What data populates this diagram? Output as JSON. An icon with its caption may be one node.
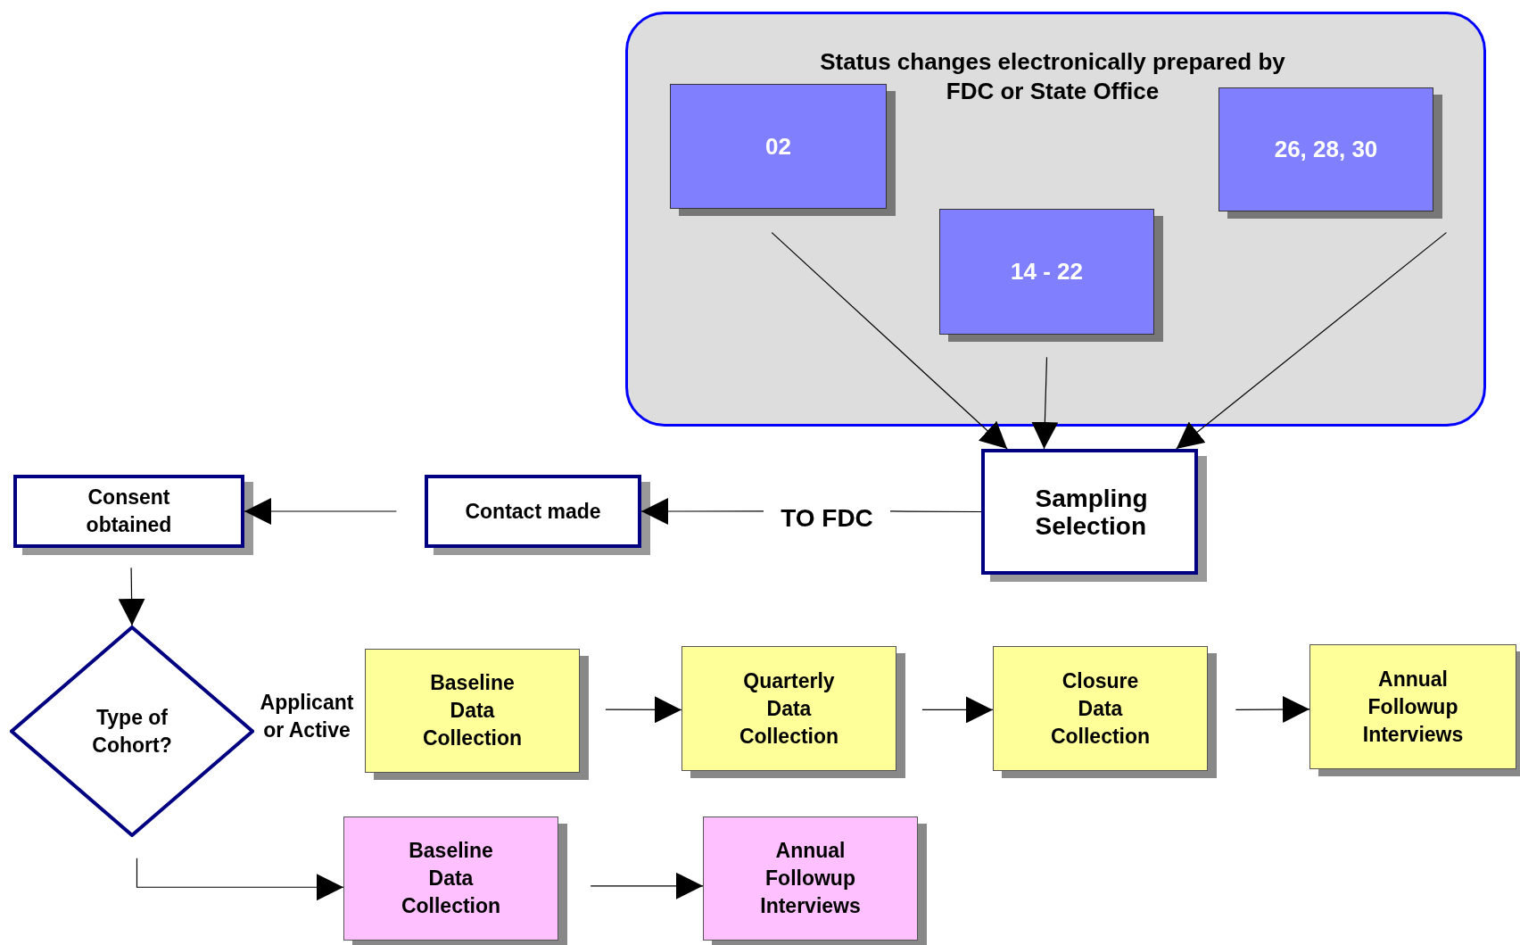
{
  "diagram": {
    "nodes": [
      {
        "text": [
          "Status changes electronically prepared by FDC or State Office"
        ]
      },
      {
        "text": [
          "02"
        ],
        "in": 0
      },
      {
        "text": [
          "26, 28, 30"
        ],
        "in": 0
      },
      {
        "text": [
          "14 - 22"
        ],
        "in": 0
      },
      {
        "text": [
          "Sampling Selection"
        ]
      },
      {
        "text": [
          "TO FDC"
        ]
      },
      {
        "text": [
          "Contact made"
        ]
      },
      {
        "text": [
          "Consent obtained"
        ]
      },
      {
        "text": [
          "Type of Cohort?"
        ]
      },
      {
        "text": [
          "Baseline Data Collection"
        ]
      },
      {
        "text": [
          "Quarterly Data Collection"
        ]
      },
      {
        "text": [
          "Closure Data Collection"
        ]
      },
      {
        "text": [
          "Annual Followup Interviews"
        ]
      },
      {
        "text": [
          "Baseline Data Collection"
        ]
      },
      {
        "text": [
          "Annual Followup Interviews"
        ]
      }
    ],
    "edges": [
      {
        "from": 1,
        "to": 4,
        "arrow": "to"
      },
      {
        "from": 3,
        "to": 4,
        "arrow": "to"
      },
      {
        "from": 2,
        "to": 4,
        "arrow": "to"
      },
      {
        "from": 4,
        "to": 5,
        "arrow": "none"
      },
      {
        "from": 5,
        "to": 6,
        "arrow": "to"
      },
      {
        "from": 6,
        "to": 7,
        "arrow": "to"
      },
      {
        "from": 7,
        "to": 8,
        "arrow": "to"
      },
      {
        "from": 9,
        "to": 10,
        "arrow": "to"
      },
      {
        "from": 10,
        "to": 11,
        "arrow": "to"
      },
      {
        "from": 11,
        "to": 12,
        "arrow": "to"
      },
      {
        "from": 8,
        "to": 13,
        "arrow": "to"
      },
      {
        "from": 13,
        "to": 14,
        "arrow": "to"
      }
    ],
    "labels": [
      "Applicant or Active"
    ]
  }
}
